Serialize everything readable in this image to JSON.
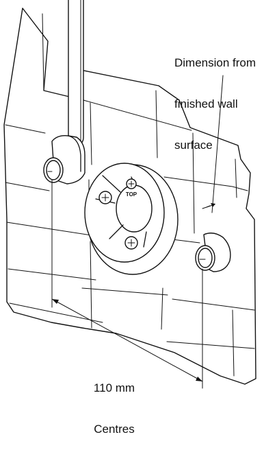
{
  "annotations": {
    "wall_dimension": {
      "lines": [
        "Dimension from",
        "finished wall",
        "surface"
      ]
    },
    "centres": {
      "lines": [
        "110 mm",
        "Centres"
      ]
    }
  },
  "plate": {
    "top_marking": "TOP"
  }
}
